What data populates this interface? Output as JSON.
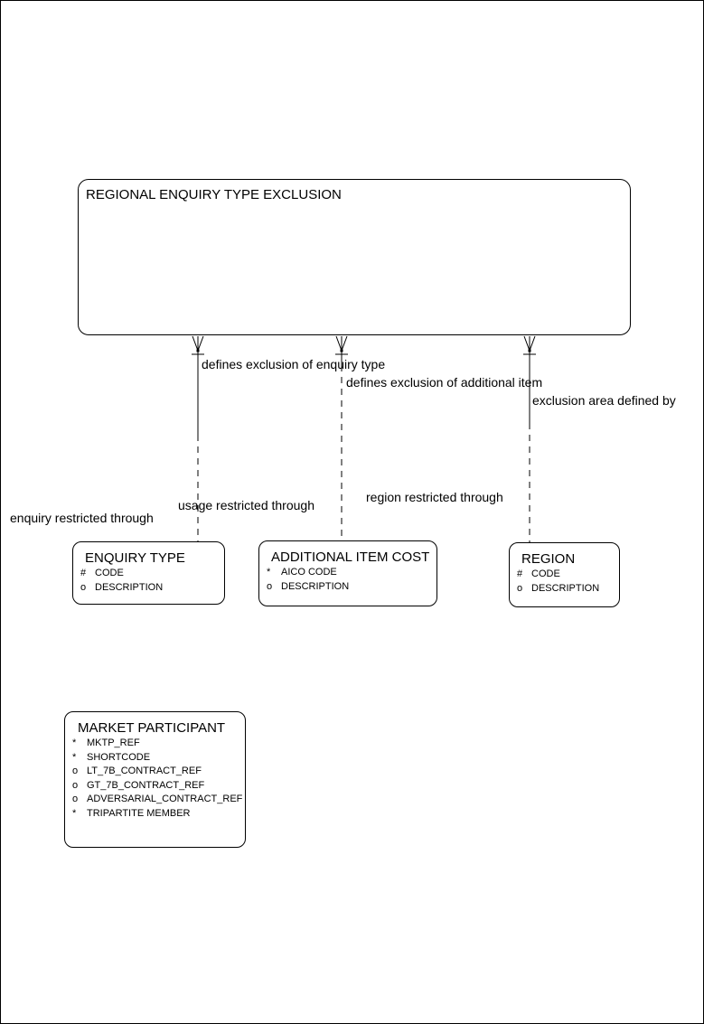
{
  "colors": {
    "background": "#ffffff",
    "line": "#000000",
    "text": "#000000"
  },
  "root_entity": {
    "name": "REGIONAL ENQUIRY TYPE EXCLUSION"
  },
  "entities": [
    {
      "name": "ENQUIRY TYPE",
      "attributes": [
        {
          "marker": "#",
          "label": "CODE"
        },
        {
          "marker": "o",
          "label": "DESCRIPTION"
        }
      ]
    },
    {
      "name": "ADDITIONAL ITEM COST",
      "attributes": [
        {
          "marker": "*",
          "label": "AICO CODE"
        },
        {
          "marker": "o",
          "label": "DESCRIPTION"
        }
      ]
    },
    {
      "name": "REGION",
      "attributes": [
        {
          "marker": "#",
          "label": "CODE"
        },
        {
          "marker": "o",
          "label": "DESCRIPTION"
        }
      ]
    },
    {
      "name": "MARKET PARTICIPANT",
      "attributes": [
        {
          "marker": "*",
          "label": "MKTP_REF"
        },
        {
          "marker": "*",
          "label": "SHORTCODE"
        },
        {
          "marker": "o",
          "label": "LT_7B_CONTRACT_REF"
        },
        {
          "marker": "o",
          "label": "GT_7B_CONTRACT_REF"
        },
        {
          "marker": "o",
          "label": "ADVERSARIAL_CONTRACT_REF"
        },
        {
          "marker": "*",
          "label": "TRIPARTITE MEMBER"
        }
      ]
    }
  ],
  "relationships": [
    {
      "parent_label": "defines exclusion of enquiry type",
      "child_label": "enquiry restricted through"
    },
    {
      "parent_label": "defines exclusion of additional item",
      "child_label": "usage restricted through"
    },
    {
      "parent_label": "exclusion area defined by",
      "child_label": "region restricted through"
    }
  ]
}
